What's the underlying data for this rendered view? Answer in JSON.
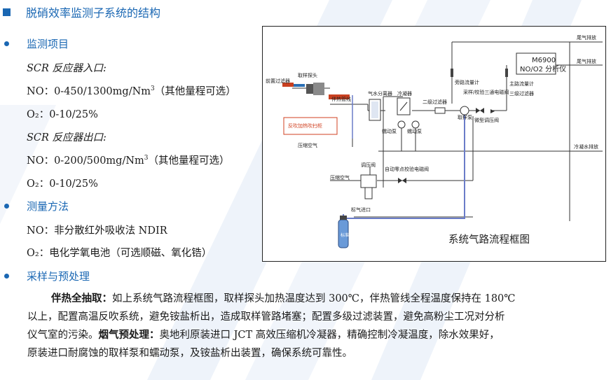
{
  "title": "脱硝效率监测子系统的结构",
  "sections": {
    "monitoring": {
      "heading": "监测项目",
      "inlet_label": "SCR 反应器入口:",
      "inlet_no_prefix": "NO：0-450/1300mg/Nm",
      "inlet_no_suffix": "（其他量程可选）",
      "inlet_o2": "O₂：0-10/25%",
      "outlet_label": "SCR 反应器出口:",
      "outlet_no_prefix": "NO：0-200/500mg/Nm",
      "outlet_no_suffix": "（其他量程可选）",
      "outlet_o2": "O₂：0-10/25%",
      "superscript": "3"
    },
    "method": {
      "heading": "测量方法",
      "no_method": "NO：非分散红外吸收法 NDIR",
      "o2_method": "O₂：电化学氧电池（可选顺磁、氧化锆）"
    },
    "sampling": {
      "heading": "采样与预处理",
      "bold1": "伴热全抽取：",
      "line1_rest": "如上系统气路流程框图，取样探头加热温度达到 300℃，伴热管线全程温度保持在 180℃",
      "line2": "以上，配置高温反吹系统，避免铵盐析出，造成取样管路堵塞；配置多级过滤装置，避免高粉尘工况对分析",
      "line3_a": "仪气室的污染。",
      "bold2": "烟气预处理：",
      "line3_b": "奥地利原装进口 JCT 高效压缩机冷凝器，精确控制冷凝温度，除水效果好，",
      "line4": "原装进口耐腐蚀的取样泵和蠕动泵，及铵盐析出装置，确保系统可靠性。"
    }
  },
  "diagram": {
    "caption": "系统气路流程框图",
    "analyzer_line1": "M6900",
    "analyzer_line2": "NO/O2 分析仪",
    "labels": {
      "front_filter": "前置过滤器",
      "probe": "取样探头",
      "heated_line": "伴热管线",
      "blowback": "反吹加热吹扫柜",
      "compressed_air_1": "压缩空气",
      "separator": "气水分离器",
      "cooler": "冷凝器",
      "filter2": "二级过滤器",
      "pump": "取样泵",
      "valve3": "采样/校验三通电磁阀",
      "bypass_flow": "旁路流量计",
      "main_flow": "主路流量计",
      "filter3": "三级过滤器",
      "fine_valve": "微型调压阀",
      "peristaltic1": "蠕动泵",
      "peristaltic2": "蠕动泵",
      "regulator": "调压阀",
      "compressed_air_2": "压缩空气",
      "zero_valve": "自动零点校验电磁阀",
      "cal_gas_in": "标气进口",
      "cylinder": "标准气",
      "tail_gas_1": "尾气排放",
      "tail_gas_2": "尾气排放",
      "condensate": "冷凝水排放"
    }
  }
}
